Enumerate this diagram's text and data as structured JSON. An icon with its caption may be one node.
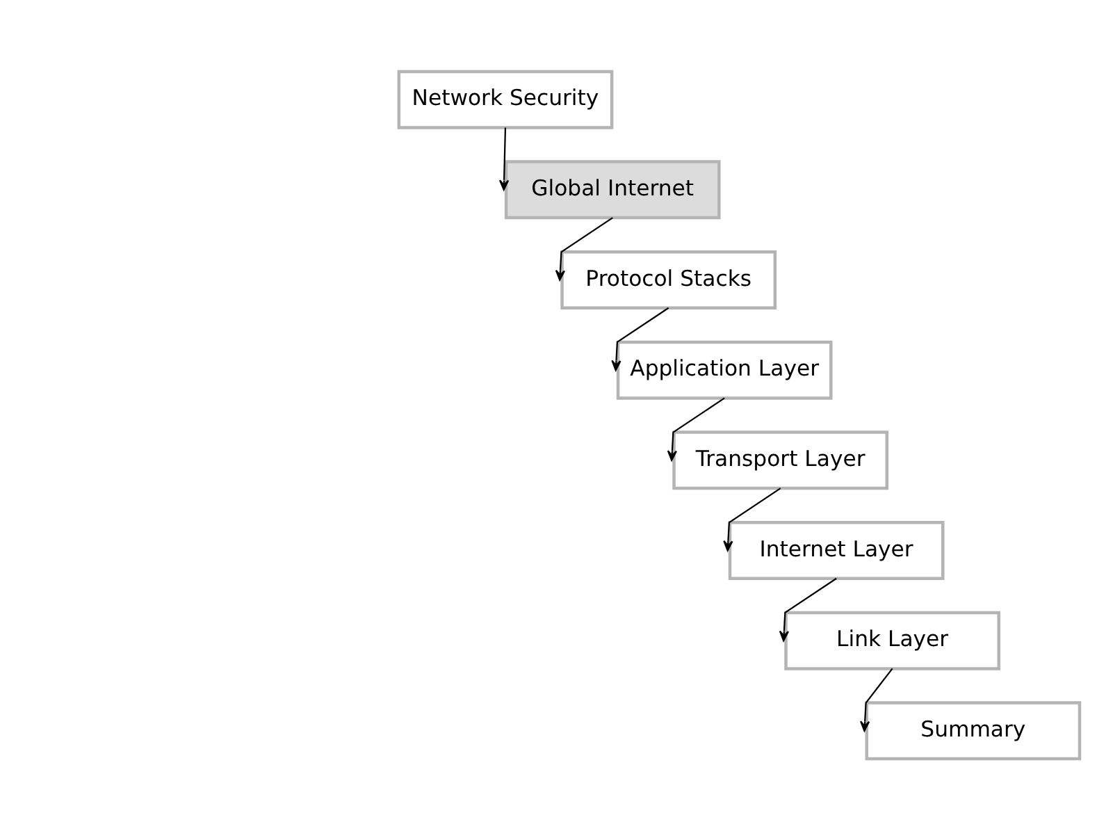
{
  "diagram": {
    "nodes": [
      {
        "text": [
          "Network Security"
        ]
      },
      {
        "text": [
          "Global Internet"
        ]
      },
      {
        "text": [
          "Protocol Stacks"
        ]
      },
      {
        "text": [
          "Application Layer"
        ]
      },
      {
        "text": [
          "Transport Layer"
        ]
      },
      {
        "text": [
          "Internet Layer"
        ]
      },
      {
        "text": [
          "Link Layer"
        ]
      },
      {
        "text": [
          "Summary"
        ]
      }
    ],
    "edges": [
      {
        "from": 0,
        "to": 1,
        "arrow": "to"
      },
      {
        "from": 1,
        "to": 2,
        "arrow": "to"
      },
      {
        "from": 2,
        "to": 3,
        "arrow": "to"
      },
      {
        "from": 3,
        "to": 4,
        "arrow": "to"
      },
      {
        "from": 4,
        "to": 5,
        "arrow": "to"
      },
      {
        "from": 5,
        "to": 6,
        "arrow": "to"
      },
      {
        "from": 6,
        "to": 7,
        "arrow": "to"
      }
    ]
  }
}
